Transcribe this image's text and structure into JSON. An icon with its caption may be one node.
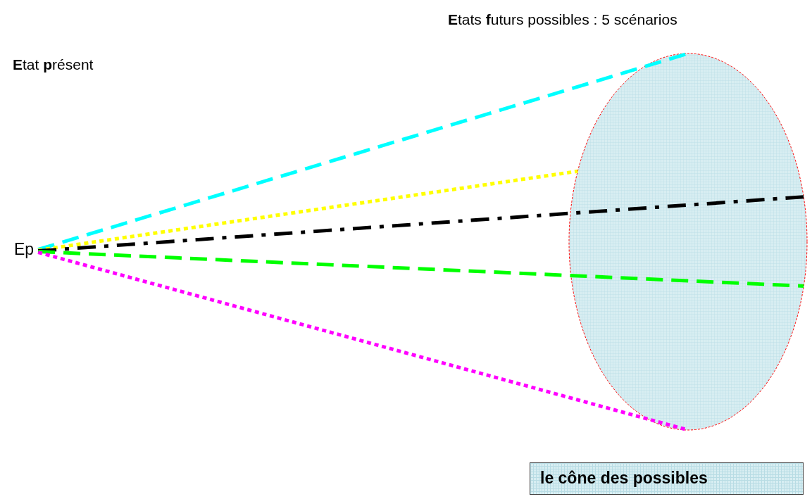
{
  "diagram": {
    "nodes": [
      {
        "text": [
          "Ep"
        ]
      },
      {
        "text": [],
        "shape": "ellipse"
      },
      {
        "text": [
          "le cône des possibles"
        ]
      }
    ],
    "edges": [
      {
        "from": 0,
        "to": 1,
        "arrow": "none",
        "style": "dashed",
        "color": "#00ffff"
      },
      {
        "from": 0,
        "to": 1,
        "arrow": "none",
        "style": "dashed",
        "color": "#ffff00"
      },
      {
        "from": 0,
        "to": 1,
        "arrow": "none",
        "style": "dashed",
        "color": "#000000"
      },
      {
        "from": 0,
        "to": 1,
        "arrow": "none",
        "style": "dashed",
        "color": "#00ff00"
      },
      {
        "from": 0,
        "to": 1,
        "arrow": "none",
        "style": "dashed",
        "color": "#ff00ff"
      }
    ],
    "labels": [
      "**E**tats **f**uturs possibles : 5 scénarios",
      "**E**tat **p**résent"
    ]
  }
}
